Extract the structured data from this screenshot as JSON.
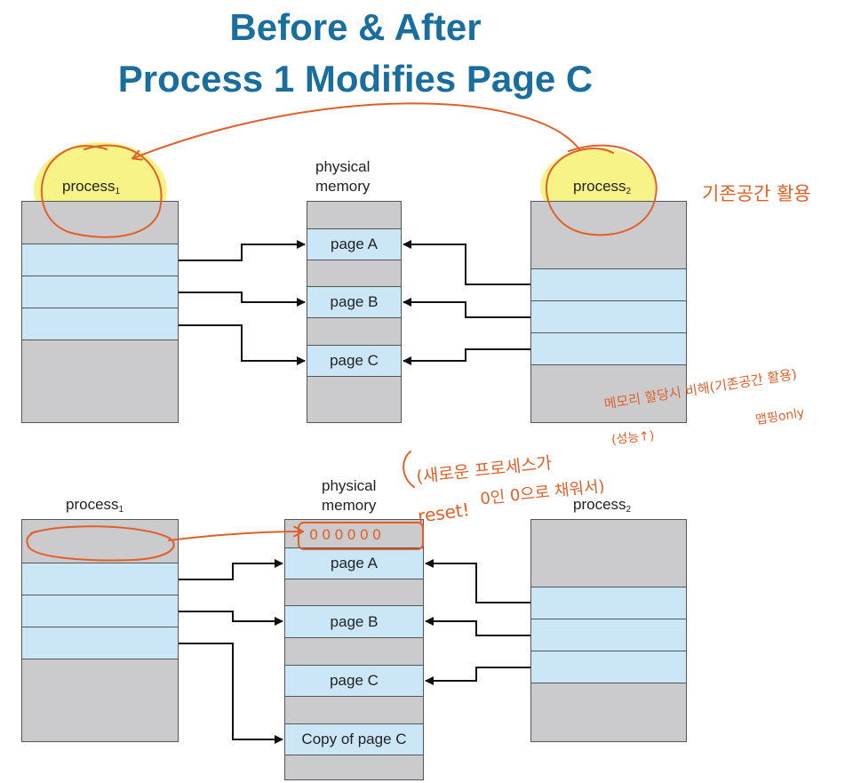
{
  "title": {
    "line1": "Before & After",
    "line2": "Process 1 Modifies Page C"
  },
  "labels": {
    "process1": "process",
    "process1_sub": "1",
    "process2": "process",
    "process2_sub": "2",
    "physical_memory_line1": "physical",
    "physical_memory_line2": "memory"
  },
  "pages": {
    "a": "page A",
    "b": "page B",
    "c": "page C",
    "copy_c": "Copy of page C"
  },
  "annotations": {
    "right_top": "기존공간 활용",
    "new_process": "(새로운 프로세스가",
    "fill_zero": "0인 0으로 채워서)",
    "reset": "reset!",
    "zeros": "000000",
    "compare": "메모리 할당시 비해(기존공간 활용)",
    "perf": "(성능↑)",
    "mapping": "맵핑only"
  },
  "colors": {
    "title": "#1a6e9e",
    "page_fill": "#cbe7f7",
    "block_fill": "#cbcbcd",
    "ink": "#e0602a",
    "highlight": "#f4ef5e"
  }
}
